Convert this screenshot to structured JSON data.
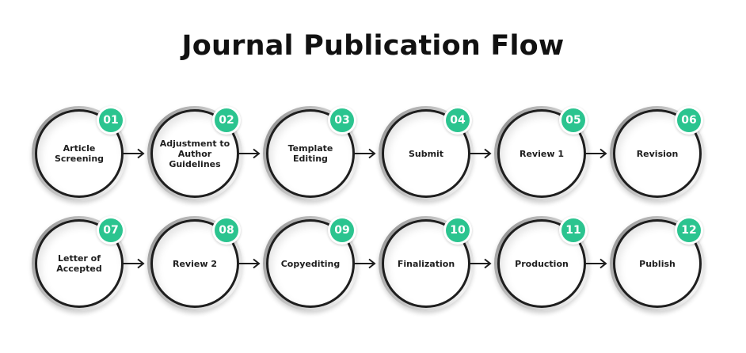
{
  "title": "Journal Publication Flow",
  "colors": {
    "accent": "#2bc48f",
    "outline": "#1e1e1e",
    "text": "#111111"
  },
  "steps": [
    {
      "number": "01",
      "label": "Article\nScreening"
    },
    {
      "number": "02",
      "label": "Adjustment to\nAuthor Guidelines"
    },
    {
      "number": "03",
      "label": "Template\nEditing"
    },
    {
      "number": "04",
      "label": "Submit"
    },
    {
      "number": "05",
      "label": "Review 1"
    },
    {
      "number": "06",
      "label": "Revision"
    },
    {
      "number": "07",
      "label": "Letter of\nAccepted"
    },
    {
      "number": "08",
      "label": "Review 2"
    },
    {
      "number": "09",
      "label": "Copyediting"
    },
    {
      "number": "10",
      "label": "Finalization"
    },
    {
      "number": "11",
      "label": "Production"
    },
    {
      "number": "12",
      "label": "Publish"
    }
  ]
}
